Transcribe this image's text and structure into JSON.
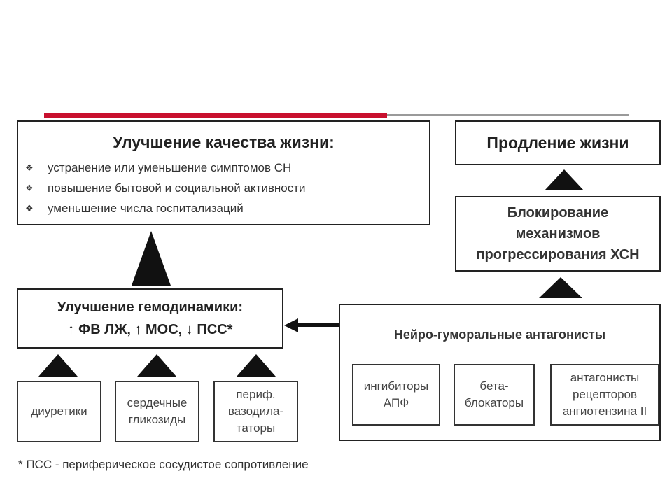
{
  "quality_box": {
    "title": "Улучшение качества жизни:",
    "bullets": [
      "устранение или уменьшение симптомов СН",
      "повышение бытовой и социальной активности",
      "уменьшение числа госпитализаций"
    ]
  },
  "life_box": {
    "title": "Продление жизни"
  },
  "blocking_box": {
    "lines": [
      "Блокирование",
      "механизмов",
      "прогрессирования ХСН"
    ]
  },
  "hemodynamics_box": {
    "title": "Улучшение гемодинамики:",
    "subtitle": "↑ ФВ ЛЖ, ↑ МОС, ↓ ПСС*"
  },
  "neuro_box": {
    "title": "Нейро-гуморальные антагонисты",
    "items": [
      {
        "lines": [
          "ингибиторы",
          "АПФ"
        ]
      },
      {
        "lines": [
          "бета-",
          "блокаторы"
        ]
      },
      {
        "lines": [
          "антагонисты",
          "рецепторов",
          "ангиотензина II"
        ]
      }
    ]
  },
  "drug_boxes": [
    {
      "lines": [
        "диуретики"
      ]
    },
    {
      "lines": [
        "сердечные",
        "гликозиды"
      ]
    },
    {
      "lines": [
        "периф.",
        "вазодила-",
        "таторы"
      ]
    }
  ],
  "footnote": "* ПСС - периферическое сосудистое сопротивление",
  "colors": {
    "accent_red": "#c8102e",
    "line_gray": "#9a9a9a",
    "border": "#222222"
  }
}
